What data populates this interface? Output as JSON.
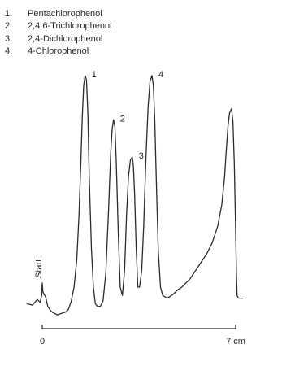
{
  "legend": [
    {
      "number": "1.",
      "name": "Pentachlorophenol"
    },
    {
      "number": "2.",
      "name": "2,4,6-Trichlorophenol"
    },
    {
      "number": "3.",
      "name": "2,4-Dichlorophenol"
    },
    {
      "number": "4.",
      "name": "4-Chlorophenol"
    }
  ],
  "chart_data": {
    "type": "line",
    "x_unit": "cm",
    "xlim": [
      0,
      7
    ],
    "x_ticks": [
      "0",
      "7 cm"
    ],
    "start_marker": {
      "label": "Start",
      "x": 0
    },
    "peak_labels": [
      {
        "label": "1",
        "x": 1.55
      },
      {
        "label": "2",
        "x": 2.58
      },
      {
        "label": "3",
        "x": 3.26
      },
      {
        "label": "4",
        "x": 3.97
      }
    ],
    "series": [
      {
        "x": [
          -0.55,
          -0.36,
          -0.18,
          -0.08,
          -0.02,
          0.0,
          0.02,
          0.06,
          0.12,
          0.2,
          0.3,
          0.38,
          0.45,
          0.55,
          0.7,
          0.85,
          0.95,
          1.05,
          1.15,
          1.25,
          1.33,
          1.4,
          1.45,
          1.5,
          1.55,
          1.6,
          1.65,
          1.7,
          1.78,
          1.85,
          1.92,
          2.0,
          2.1,
          2.2,
          2.3,
          2.4,
          2.48,
          2.53,
          2.58,
          2.63,
          2.68,
          2.75,
          2.82,
          2.9,
          2.98,
          3.05,
          3.12,
          3.19,
          3.26,
          3.3,
          3.34,
          3.4,
          3.46,
          3.52,
          3.6,
          3.67,
          3.75,
          3.83,
          3.9,
          3.97,
          4.02,
          4.07,
          4.13,
          4.2,
          4.28,
          4.36,
          4.44,
          4.5,
          4.6,
          4.75,
          4.9,
          5.05,
          5.2,
          5.35,
          5.55,
          5.75,
          5.95,
          6.15,
          6.35,
          6.5,
          6.6,
          6.65,
          6.72,
          6.78,
          6.85,
          6.9,
          6.95,
          7.0,
          7.03,
          7.05,
          7.1,
          7.18,
          7.25
        ],
        "y": [
          0.04,
          0.035,
          0.055,
          0.045,
          0.07,
          0.115,
          0.085,
          0.075,
          0.065,
          0.03,
          0.015,
          0.008,
          0.005,
          0.0,
          0.005,
          0.01,
          0.02,
          0.05,
          0.1,
          0.2,
          0.36,
          0.56,
          0.72,
          0.83,
          0.865,
          0.85,
          0.73,
          0.5,
          0.24,
          0.1,
          0.04,
          0.03,
          0.03,
          0.05,
          0.15,
          0.38,
          0.59,
          0.67,
          0.705,
          0.68,
          0.55,
          0.3,
          0.1,
          0.07,
          0.16,
          0.36,
          0.5,
          0.56,
          0.57,
          0.535,
          0.44,
          0.24,
          0.1,
          0.1,
          0.16,
          0.32,
          0.56,
          0.75,
          0.845,
          0.865,
          0.83,
          0.71,
          0.48,
          0.23,
          0.1,
          0.07,
          0.065,
          0.06,
          0.065,
          0.075,
          0.09,
          0.1,
          0.115,
          0.13,
          0.16,
          0.19,
          0.22,
          0.26,
          0.32,
          0.4,
          0.5,
          0.58,
          0.68,
          0.73,
          0.745,
          0.7,
          0.55,
          0.3,
          0.14,
          0.07,
          0.06,
          0.06,
          0.06
        ]
      }
    ]
  }
}
